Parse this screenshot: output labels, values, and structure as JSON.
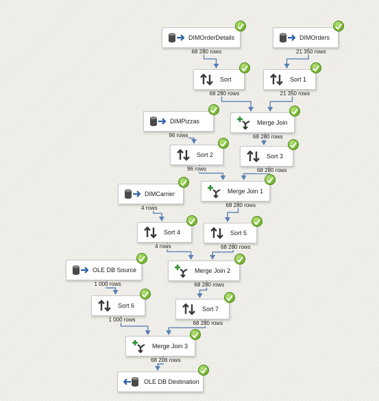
{
  "colors": {
    "connector": "#5a82b4",
    "success": "#7fbf3b",
    "task_bg": "#ffffff",
    "canvas_bg": "#f1efea"
  },
  "components": [
    {
      "id": "dim_order_details",
      "label": "DIMOrderDetails",
      "icon": "database-source-icon"
    },
    {
      "id": "dim_orders",
      "label": "DIMOrders",
      "icon": "database-source-icon"
    },
    {
      "id": "sort",
      "label": "Sort",
      "icon": "sort-arrows-icon"
    },
    {
      "id": "sort_1",
      "label": "Sort 1",
      "icon": "sort-arrows-icon"
    },
    {
      "id": "dim_pizzas",
      "label": "DIMPizzas",
      "icon": "database-source-icon"
    },
    {
      "id": "merge_join",
      "label": "Merge Join",
      "icon": "merge-join-icon"
    },
    {
      "id": "sort_2",
      "label": "Sort 2",
      "icon": "sort-arrows-icon"
    },
    {
      "id": "sort_3",
      "label": "Sort 3",
      "icon": "sort-arrows-icon"
    },
    {
      "id": "merge_join_1",
      "label": "Merge Join 1",
      "icon": "merge-join-icon"
    },
    {
      "id": "dim_carrier",
      "label": "DIMCarrier",
      "icon": "database-source-icon"
    },
    {
      "id": "sort_4",
      "label": "Sort 4",
      "icon": "sort-arrows-icon"
    },
    {
      "id": "sort_5",
      "label": "Sort 5",
      "icon": "sort-arrows-icon"
    },
    {
      "id": "ole_db_source",
      "label": "OLE DB Source",
      "icon": "database-source-icon"
    },
    {
      "id": "merge_join_2",
      "label": "Merge Join 2",
      "icon": "merge-join-icon"
    },
    {
      "id": "sort_6",
      "label": "Sort 6",
      "icon": "sort-arrows-icon"
    },
    {
      "id": "sort_7",
      "label": "Sort 7",
      "icon": "sort-arrows-icon"
    },
    {
      "id": "merge_join_3",
      "label": "Merge Join 3",
      "icon": "merge-join-icon"
    },
    {
      "id": "ole_db_destination",
      "label": "OLE DB Destination",
      "icon": "database-destination-icon"
    }
  ],
  "paths": [
    {
      "from": "dim_order_details",
      "to": "sort",
      "rows": "68 280 rows"
    },
    {
      "from": "dim_orders",
      "to": "sort_1",
      "rows": "21 350 rows"
    },
    {
      "from": "sort",
      "to": "merge_join",
      "rows": "68 280 rows"
    },
    {
      "from": "sort_1",
      "to": "merge_join",
      "rows": "21 350 rows"
    },
    {
      "from": "merge_join",
      "to": "sort_3",
      "rows": "68 280 rows"
    },
    {
      "from": "dim_pizzas",
      "to": "sort_2",
      "rows": "96 rows"
    },
    {
      "from": "sort_2",
      "to": "merge_join_1",
      "rows": "96 rows"
    },
    {
      "from": "sort_3",
      "to": "merge_join_1",
      "rows": "68 280 rows"
    },
    {
      "from": "merge_join_1",
      "to": "sort_5",
      "rows": "68 280 rows"
    },
    {
      "from": "dim_carrier",
      "to": "sort_4",
      "rows": "4 rows"
    },
    {
      "from": "sort_4",
      "to": "merge_join_2",
      "rows": "4 rows"
    },
    {
      "from": "sort_5",
      "to": "merge_join_2",
      "rows": "68 280 rows"
    },
    {
      "from": "merge_join_2",
      "to": "sort_7",
      "rows": "68 280 rows"
    },
    {
      "from": "ole_db_source",
      "to": "sort_6",
      "rows": "1 000 rows"
    },
    {
      "from": "sort_6",
      "to": "merge_join_3",
      "rows": "1 000 rows"
    },
    {
      "from": "sort_7",
      "to": "merge_join_3",
      "rows": "68 280 rows"
    },
    {
      "from": "merge_join_3",
      "to": "ole_db_destination",
      "rows": "68 206 rows"
    }
  ]
}
